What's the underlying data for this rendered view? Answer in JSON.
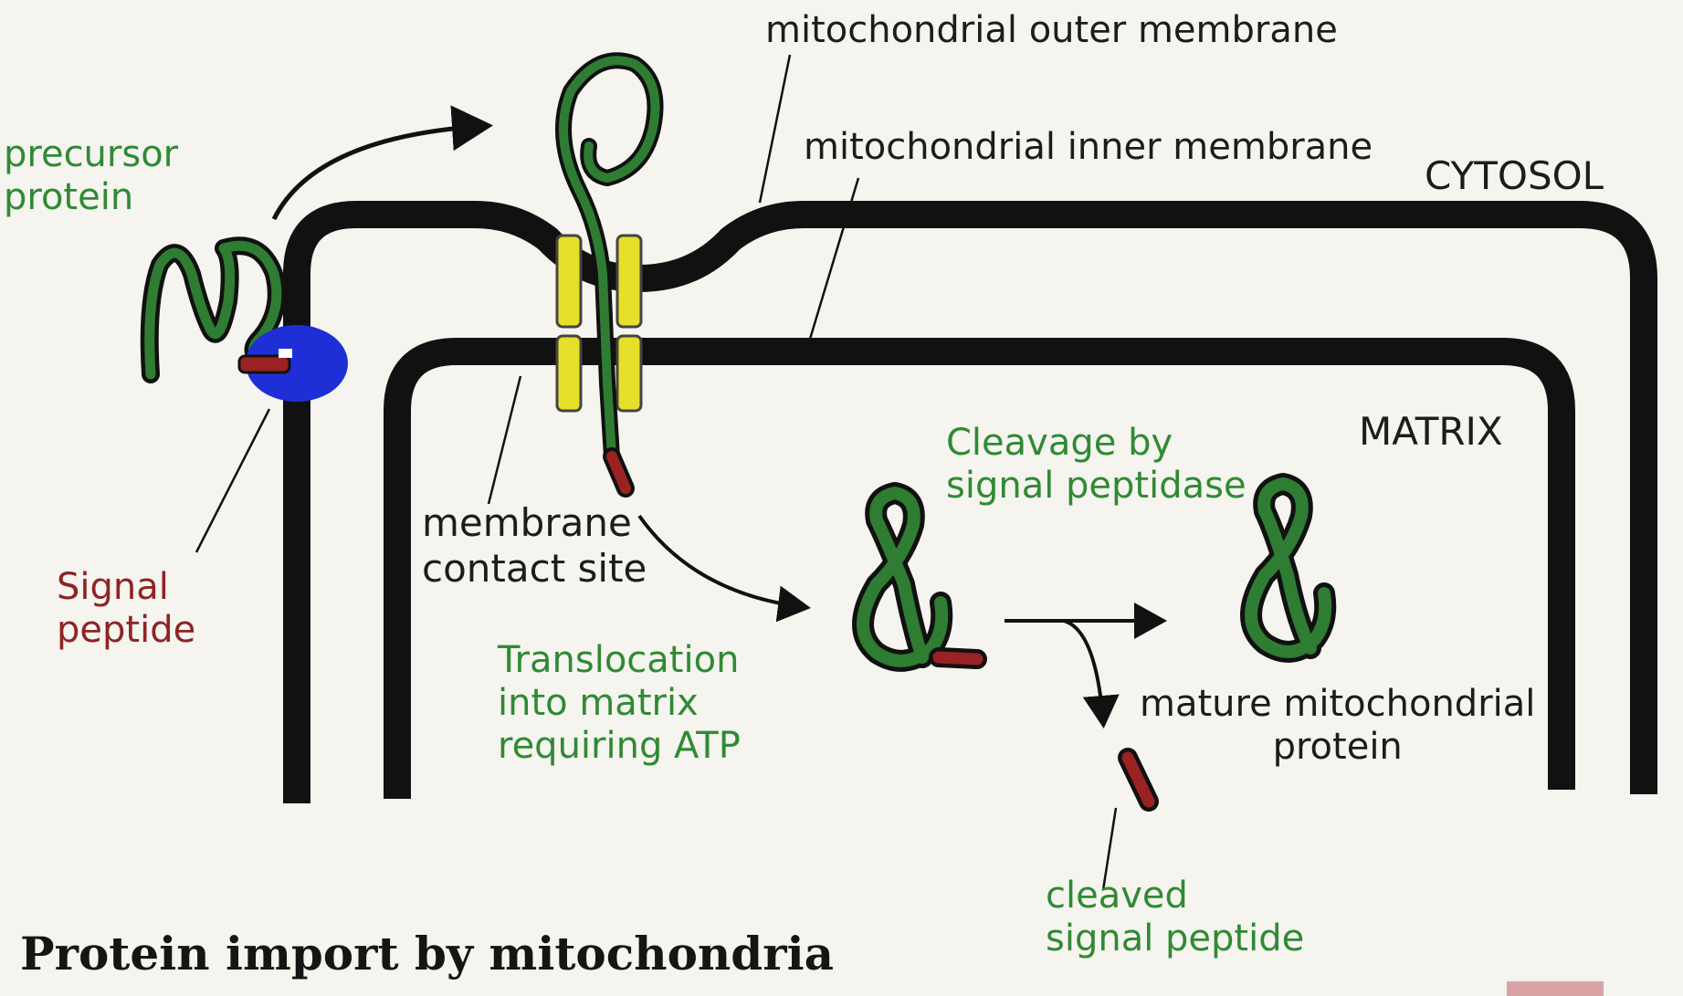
{
  "labels": {
    "outer_membrane": "mitochondrial outer membrane",
    "inner_membrane": "mitochondrial inner membrane",
    "cytosol": "CYTOSOL",
    "matrix": "MATRIX",
    "precursor_protein": "precursor\nprotein",
    "signal_peptide": "Signal\npeptide",
    "contact_site": "membrane\ncontact site",
    "translocation": "Translocation\ninto matrix\nrequiring ATP",
    "cleavage": "Cleavage by\nsignal peptidase",
    "mature_protein": "mature mitochondrial\nprotein",
    "cleaved_peptide": "cleaved\nsignal peptide",
    "title": "Protein import by mitochondria"
  },
  "colors": {
    "membrane": "#111111",
    "protein": "#2e7d32",
    "signal_peptide": "#9b2222",
    "receptor": "#1f2fd6",
    "translocator": "#e6e02a"
  }
}
